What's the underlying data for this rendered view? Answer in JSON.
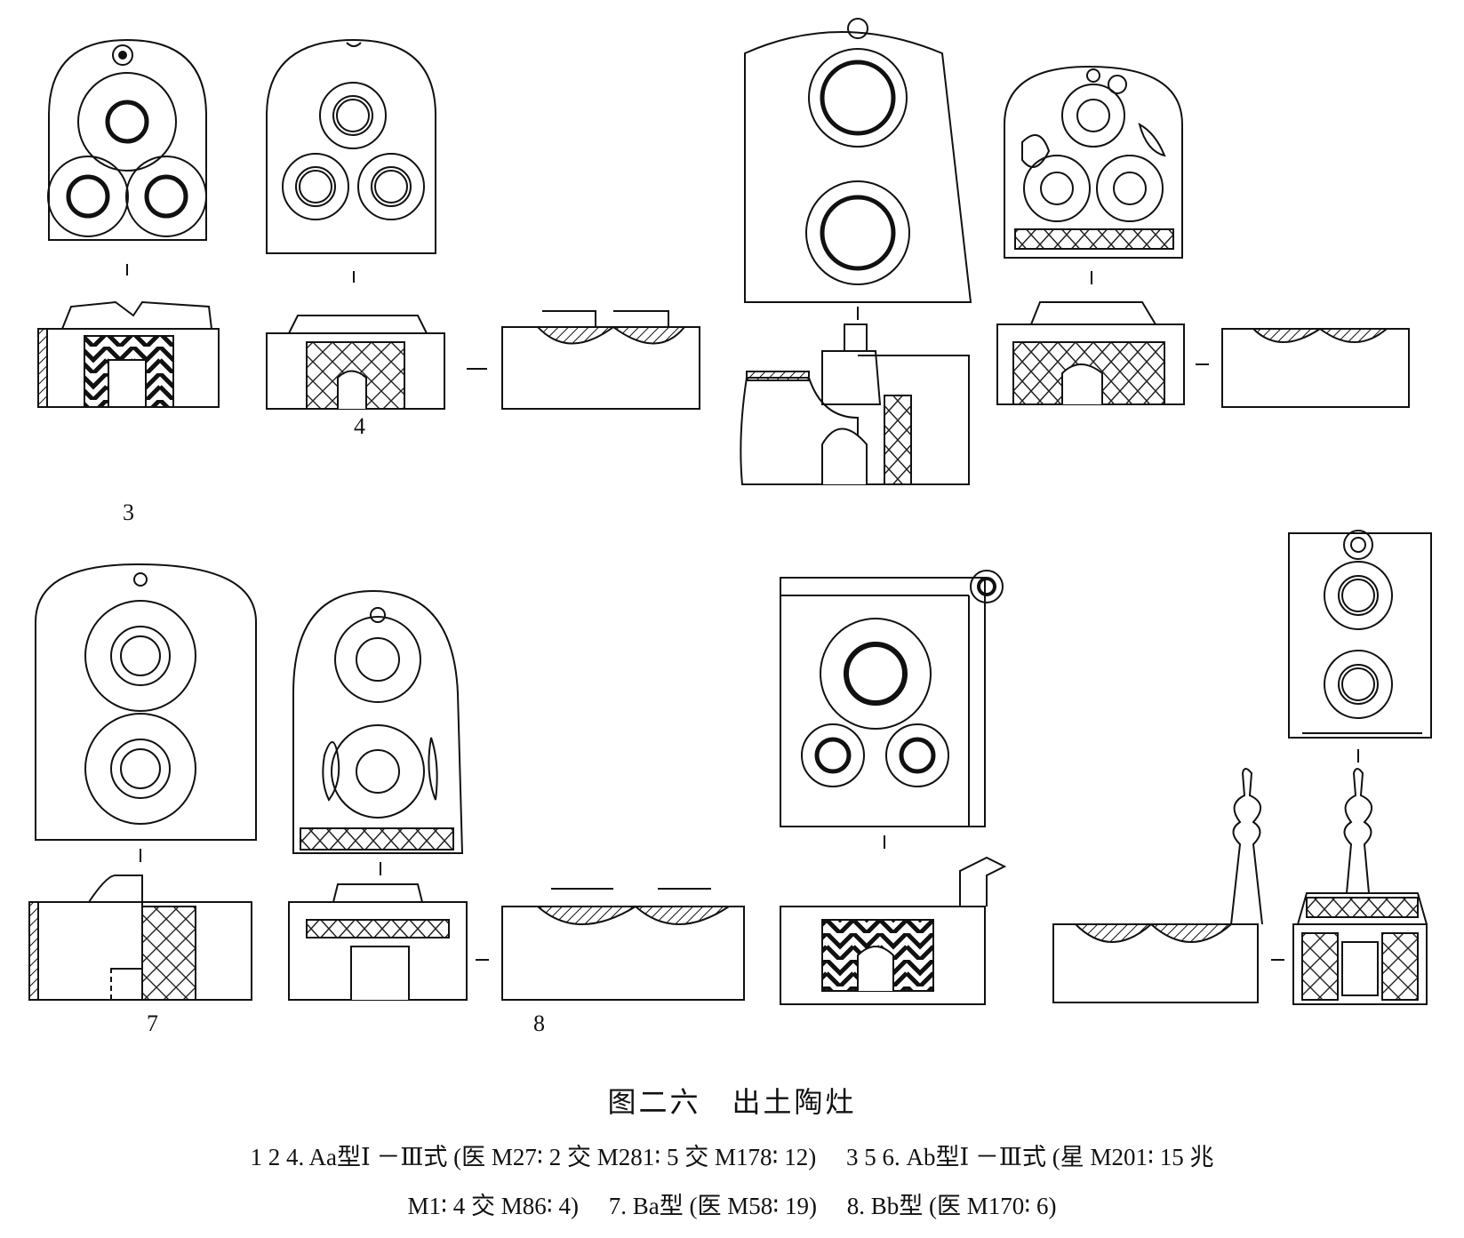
{
  "figure": {
    "numbers": [
      "1",
      "2",
      "3",
      "4",
      "5",
      "6",
      "7",
      "8"
    ],
    "title": "图二六　出土陶灶",
    "caption_line1": "1 2 4. Aa型Ⅰ －Ⅲ式 (医 M27∶ 2 交 M281∶ 5 交 M178∶ 12)　 3 5 6. Ab型Ⅰ －Ⅲ式 (星 M201∶ 15 兆",
    "caption_line2": "M1∶ 4 交 M86∶ 4)　 7. Ba型 (医 M58∶ 19)　 8. Bb型 (医 M170∶ 6)"
  },
  "colors": {
    "ink": "#111111",
    "paper": "#ffffff"
  }
}
